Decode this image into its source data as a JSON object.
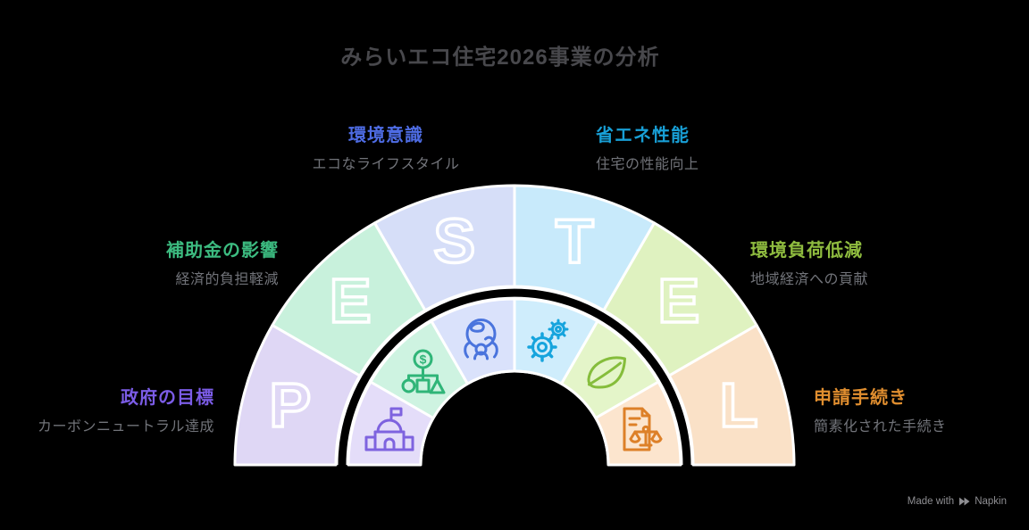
{
  "title": "みらいエコ住宅2026事業の分析",
  "segments": [
    {
      "letter": "P",
      "label": "政府の目標",
      "description": "カーボンニュートラル達成",
      "label_color": "#7B5CE6",
      "fill_outer": "#DFD7F5",
      "fill_inner": "#E4DDF9",
      "icon": "government-building-icon",
      "icon_color": "#7E63DF"
    },
    {
      "letter": "E",
      "label": "補助金の影響",
      "description": "経済的負担軽減",
      "label_color": "#3CBB80",
      "fill_outer": "#C8F1DC",
      "fill_inner": "#CEF3E1",
      "icon": "org-chart-dollar-icon",
      "icon_color": "#2FB578",
      "icon_glyph": "$"
    },
    {
      "letter": "S",
      "label": "環境意識",
      "description": "エコなライフスタイル",
      "label_color": "#4E6CE4",
      "fill_outer": "#D6DEF8",
      "fill_inner": "#DAE2FB",
      "icon": "globe-person-icon",
      "icon_color": "#4A74DD"
    },
    {
      "letter": "T",
      "label": "省エネ性能",
      "description": "住宅の性能向上",
      "label_color": "#189FD6",
      "fill_outer": "#C8EAFB",
      "fill_inner": "#CFEDFC",
      "icon": "gears-icon",
      "icon_color": "#16A4DD"
    },
    {
      "letter": "E",
      "label": "環境負荷低減",
      "description": "地域経済への貢献",
      "label_color": "#8FBC3F",
      "fill_outer": "#DFF2C0",
      "fill_inner": "#E4F5C9",
      "icon": "leaf-icon",
      "icon_color": "#85BD3B"
    },
    {
      "letter": "L",
      "label": "申請手続き",
      "description": "簡素化された手続き",
      "label_color": "#E08E2F",
      "fill_outer": "#FAE1C7",
      "fill_inner": "#FCE5CE",
      "icon": "legal-document-scales-icon",
      "icon_color": "#DD8028"
    }
  ],
  "colors": {
    "background": "#000000",
    "title_text": "#48484C",
    "subtitle_text": "#717379",
    "divider_arc": "#000000",
    "separator": "#FFFFFF",
    "letter_outline": "#FFFFFF",
    "footer_text": "#8E8E92"
  },
  "footer": {
    "made_with": "Made with",
    "brand": "Napkin"
  }
}
